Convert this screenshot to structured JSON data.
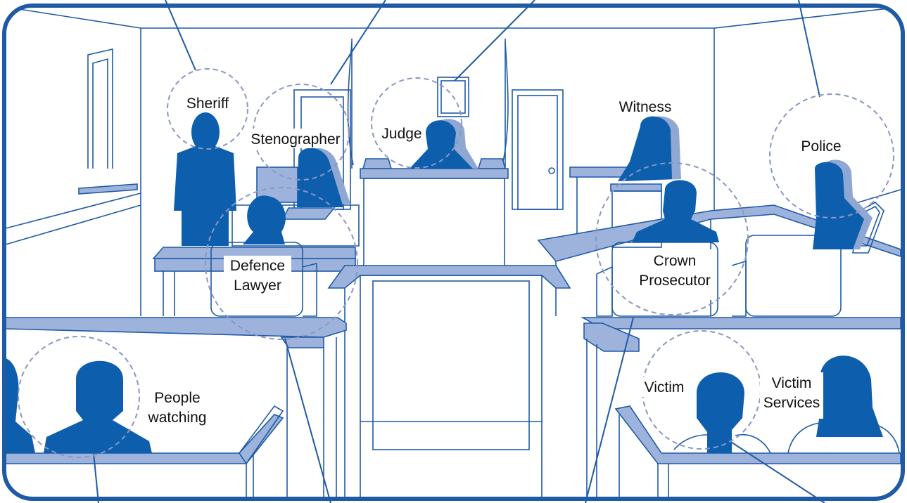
{
  "colors": {
    "frame": "#1f5aa6",
    "figure": "#0d5fad",
    "figure_shadow": "#8fa7d3",
    "furniture_fill": "#9eb3dc",
    "line": "#1f5aa6",
    "callout_circle": "#8a96c4",
    "background": "#ffffff"
  },
  "labels": {
    "sheriff": "Sheriff",
    "stenographer": "Stenographer",
    "judge": "Judge",
    "witness": "Witness",
    "police": "Police",
    "defence_lawyer": [
      "Defence",
      "Lawyer"
    ],
    "crown_prosecutor": [
      "Crown",
      "Prosecutor"
    ],
    "people_watching": [
      "People",
      "watching"
    ],
    "victim": "Victim",
    "victim_services": [
      "Victim",
      "Services"
    ]
  }
}
